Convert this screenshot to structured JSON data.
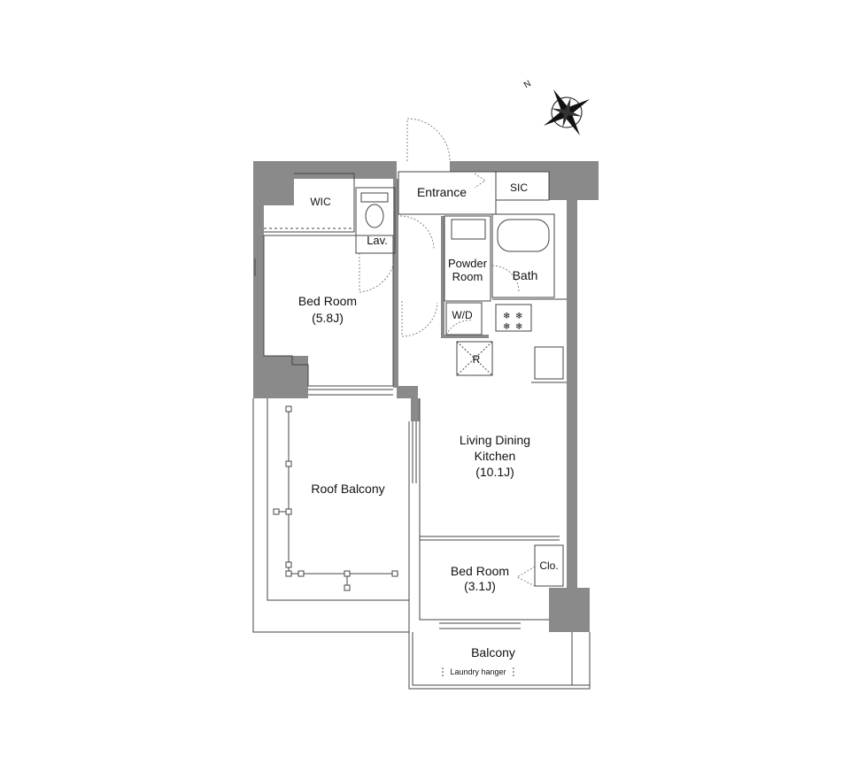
{
  "compass": {
    "north_label": "N",
    "icon": "compass-rose-icon"
  },
  "rooms": {
    "entrance": "Entrance",
    "sic": "SIC",
    "wic": "WIC",
    "lav": "Lav.",
    "powder_room_line1": "Powder",
    "powder_room_line2": "Room",
    "bath": "Bath",
    "wd": "W/D",
    "refrigerator": "R",
    "bedroom_large_name": "Bed Room",
    "bedroom_large_size": "(5.8J)",
    "ldk_line1": "Living Dining",
    "ldk_line2": "Kitchen",
    "ldk_size": "(10.1J)",
    "roof_balcony": "Roof Balcony",
    "bedroom_small_name": "Bed Room",
    "bedroom_small_size": "(3.1J)",
    "closet": "Clo.",
    "balcony": "Balcony",
    "laundry_hanger": "Laundry hanger"
  },
  "colors": {
    "wall": "#8a8a8a",
    "line": "#444444",
    "door": "#777777"
  }
}
